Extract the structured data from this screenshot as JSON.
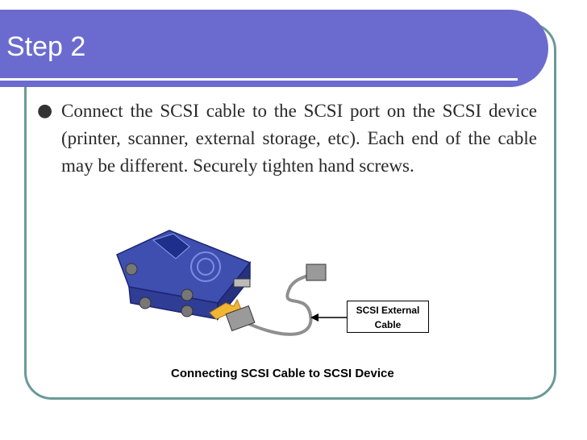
{
  "slide": {
    "title": "Step 2",
    "bullet": "Connect the SCSI cable to the SCSI port on the SCSI device (printer, scanner, external storage, etc). Each end of the cable may be different. Securely tighten hand screws.",
    "callout_line1": "SCSI External",
    "callout_line2": "Cable",
    "caption": "Connecting SCSI Cable to SCSI Device"
  },
  "colors": {
    "title_bar": "#6b6bcf",
    "frame_border": "#6a9a96",
    "device_blue": "#3e4fb0"
  },
  "icons": [
    "scsi-device-icon",
    "scsi-cable-icon",
    "arrow-icon"
  ]
}
